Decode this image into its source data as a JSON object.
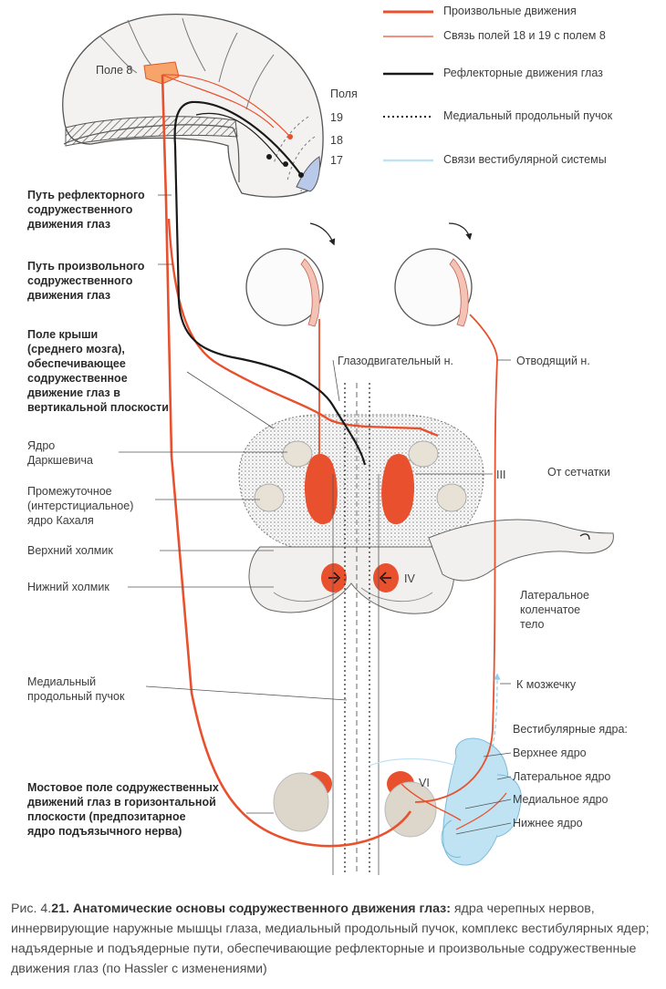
{
  "legend": [
    {
      "text": "Произвольные движения",
      "color": "#e8502e",
      "style": "thick"
    },
    {
      "text": "Связь полей 18 и 19 с полем 8",
      "color": "#e8502e",
      "style": "thin"
    },
    {
      "text": "Рефлекторные движения глаз",
      "color": "#1a1a1a",
      "style": "solid"
    },
    {
      "text": "Медиальный продольный пучок",
      "color": "#1a1a1a",
      "style": "dotted"
    },
    {
      "text": "Связи вестибулярной системы",
      "color": "#bfe3f3",
      "style": "light"
    }
  ],
  "cortex": {
    "field8": "Поле 8",
    "fields_title": "Поля",
    "field19": "19",
    "field18": "18",
    "field17": "17"
  },
  "left_labels": {
    "reflex_path": [
      "Путь рефлекторного",
      "содружественного",
      "движения глаз"
    ],
    "voluntary_path": [
      "Путь произвольного",
      "содружественного",
      "движения глаз"
    ],
    "tectum": [
      "Поле крыши",
      "(среднего мозга),",
      "обеспечивающее",
      "содружественное",
      "движение глаз в",
      "вертикальной плоскости"
    ],
    "darkshevich": [
      "Ядро",
      "Даркшевича"
    ],
    "cajal": [
      "Промежуточное",
      "(интерстициальное)",
      "ядро Кахаля"
    ],
    "superior_colliculus": "Верхний холмик",
    "inferior_colliculus": "Нижний холмик",
    "mlf": [
      "Медиальный",
      "продольный пучок"
    ],
    "pontine": [
      "Мостовое поле содружественных",
      "движений глаз в горизонтальной",
      "плоскости (предпозитарное",
      "ядро подъязычного нерва)"
    ]
  },
  "right_labels": {
    "oculomotor": "Глазодвигательный н.",
    "abducens": "Отводящий н.",
    "from_retina": "От сетчатки",
    "nucleus_III": "III",
    "nucleus_IV": "IV",
    "nucleus_VI": "VI",
    "lgb": [
      "Латеральное",
      "коленчатое",
      "тело"
    ],
    "to_cerebellum": "К мозжечку",
    "vestibular_title": "Вестибулярные ядра:",
    "vestibular": [
      "Верхнее ядро",
      "Латеральное ядро",
      "Медиальное ядро",
      "Нижнее ядро"
    ]
  },
  "caption": {
    "prefix": "Рис. 4.",
    "number": "21.",
    "title": " Анатомические основы содружественного движения глаз:",
    "text": " ядра черепных нервов, иннервирующие наружные мышцы глаза, медиальный продольный пучок, комплекс вестибулярных ядер; надъядерные и подъядерные пути, обеспечивающие рефлекторные и произвольные содружественные движения глаз (по Hassler с изменениями)"
  }
}
